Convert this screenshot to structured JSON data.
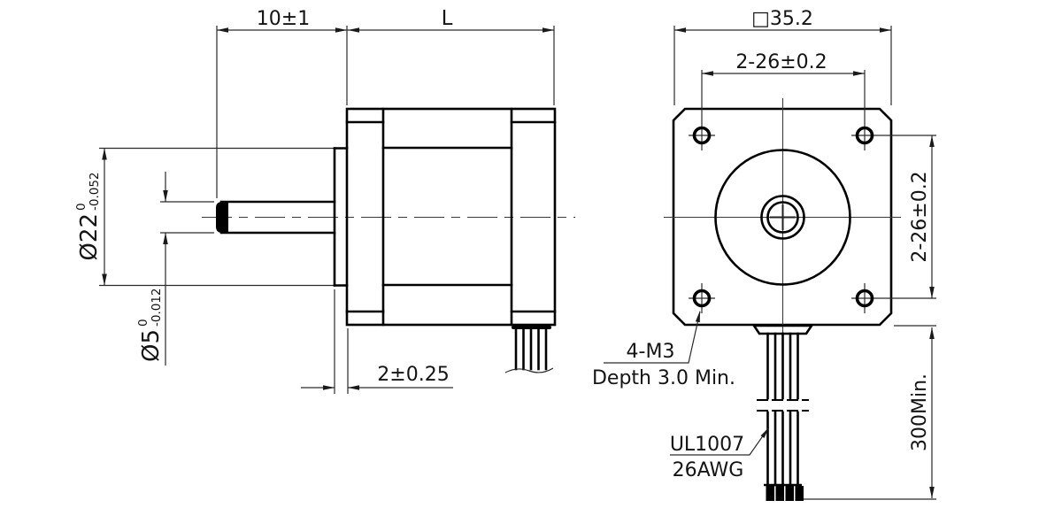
{
  "colors": {
    "line": "#000000",
    "thin_line": "#2a2a2a",
    "text": "#141414",
    "background": "#ffffff"
  },
  "side_view": {
    "dim_shaft_length": "10±1",
    "dim_motor_length": "L",
    "dim_pilot_diameter": {
      "value": "Ø22",
      "upper_tol": "0",
      "lower_tol": "-0.052"
    },
    "dim_shaft_diameter": {
      "value": "Ø5",
      "upper_tol": "0",
      "lower_tol": "-0.012"
    },
    "dim_pilot_height": "2±0.25"
  },
  "front_view": {
    "dim_frame_width": "□35.2",
    "dim_hole_spacing_top": "2-26±0.2",
    "dim_hole_spacing_side": "2-26±0.2",
    "note_mounting_holes": {
      "line1": "4-M3",
      "line2": "Depth 3.0 Min."
    },
    "note_lead_wires": {
      "line1": "UL1007",
      "line2": "26AWG"
    },
    "dim_lead_length": "300Min."
  }
}
